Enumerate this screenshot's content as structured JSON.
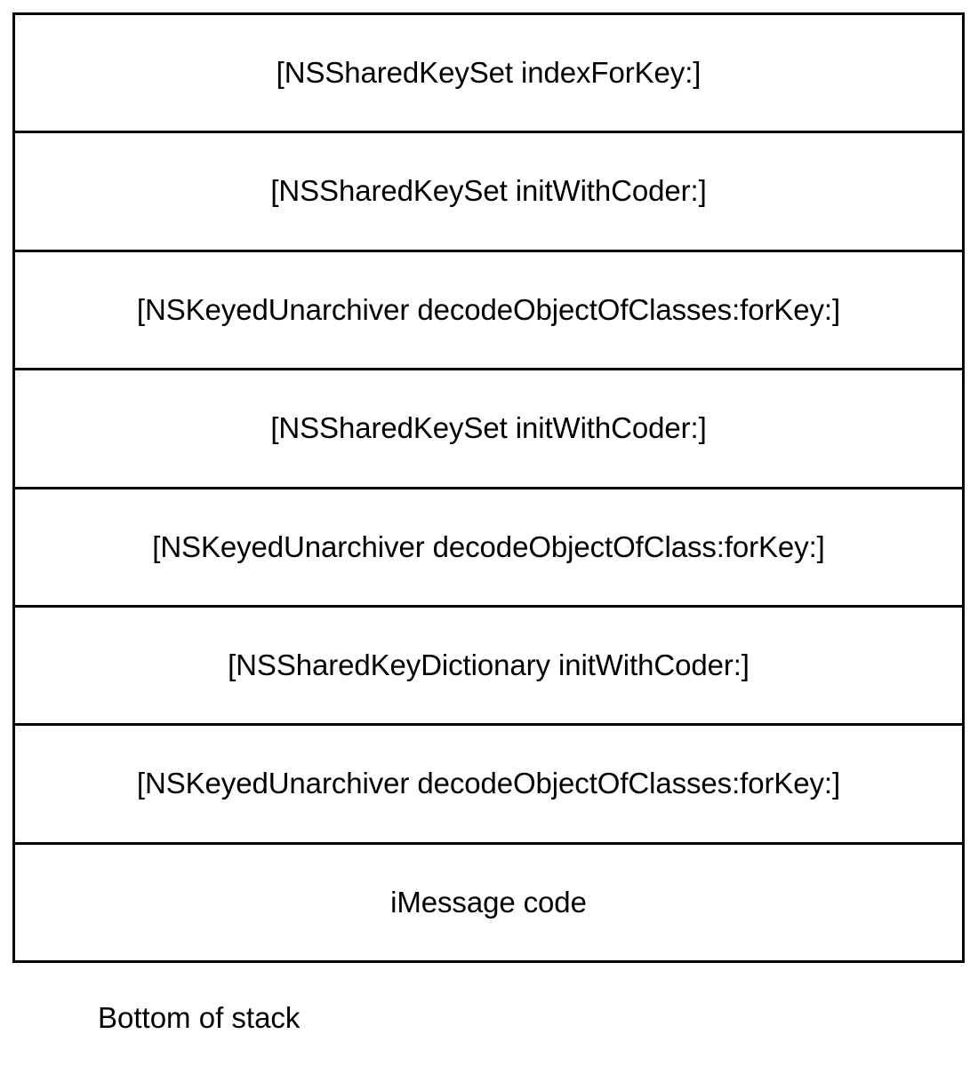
{
  "diagram": {
    "type": "call-stack",
    "title": "",
    "frames": [
      {
        "label": "[NSSharedKeySet indexForKey:]"
      },
      {
        "label": "[NSSharedKeySet initWithCoder:]"
      },
      {
        "label": "[NSKeyedUnarchiver decodeObjectOfClasses:forKey:]"
      },
      {
        "label": "[NSSharedKeySet initWithCoder:]"
      },
      {
        "label": "[NSKeyedUnarchiver decodeObjectOfClass:forKey:]"
      },
      {
        "label": "[NSSharedKeyDictionary initWithCoder:]"
      },
      {
        "label": "[NSKeyedUnarchiver decodeObjectOfClasses:forKey:]"
      },
      {
        "label": "iMessage code"
      }
    ],
    "caption": "Bottom of stack",
    "colors": {
      "border": "#000000",
      "background": "#ffffff",
      "text": "#000000"
    }
  }
}
